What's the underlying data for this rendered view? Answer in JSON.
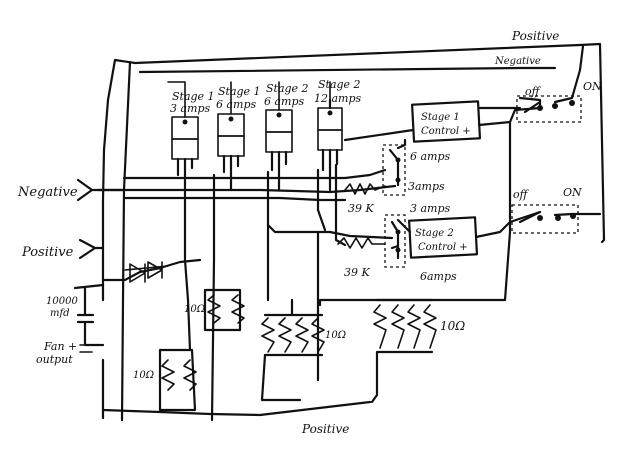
{
  "labels": {
    "positive_top": "Positive",
    "negative_top": "Negative",
    "stage1_3": [
      "Stage 1",
      "3 amps"
    ],
    "stage1_6": [
      "Stage 1",
      "6 amps"
    ],
    "stage2_6": [
      "Stage 2",
      "6 amps"
    ],
    "stage2_12": [
      "Stage 2",
      "12 amps"
    ],
    "negative_in": "Negative",
    "positive_in": "Positive",
    "cap": [
      "10000",
      "mfd"
    ],
    "fan_output": [
      "Fan +",
      "output"
    ],
    "res_10_a": "10Ω",
    "res_10_b": "10Ω",
    "res_10_c": "10Ω",
    "res_10_d": "10Ω",
    "res_39k_1": "39 K",
    "res_39k_2": "39 K",
    "amps_6_top": "6 amps",
    "amps_3": "3amps",
    "amps_3_b": "3 amps",
    "amps_6_bot": "6amps",
    "ctrl1": [
      "Stage 1",
      "Control +"
    ],
    "ctrl2": [
      "Stage 2",
      "Control +"
    ],
    "off1": "off",
    "on1": "ON",
    "off2": "off",
    "on2": "ON",
    "positive_bottom": "Positive"
  }
}
